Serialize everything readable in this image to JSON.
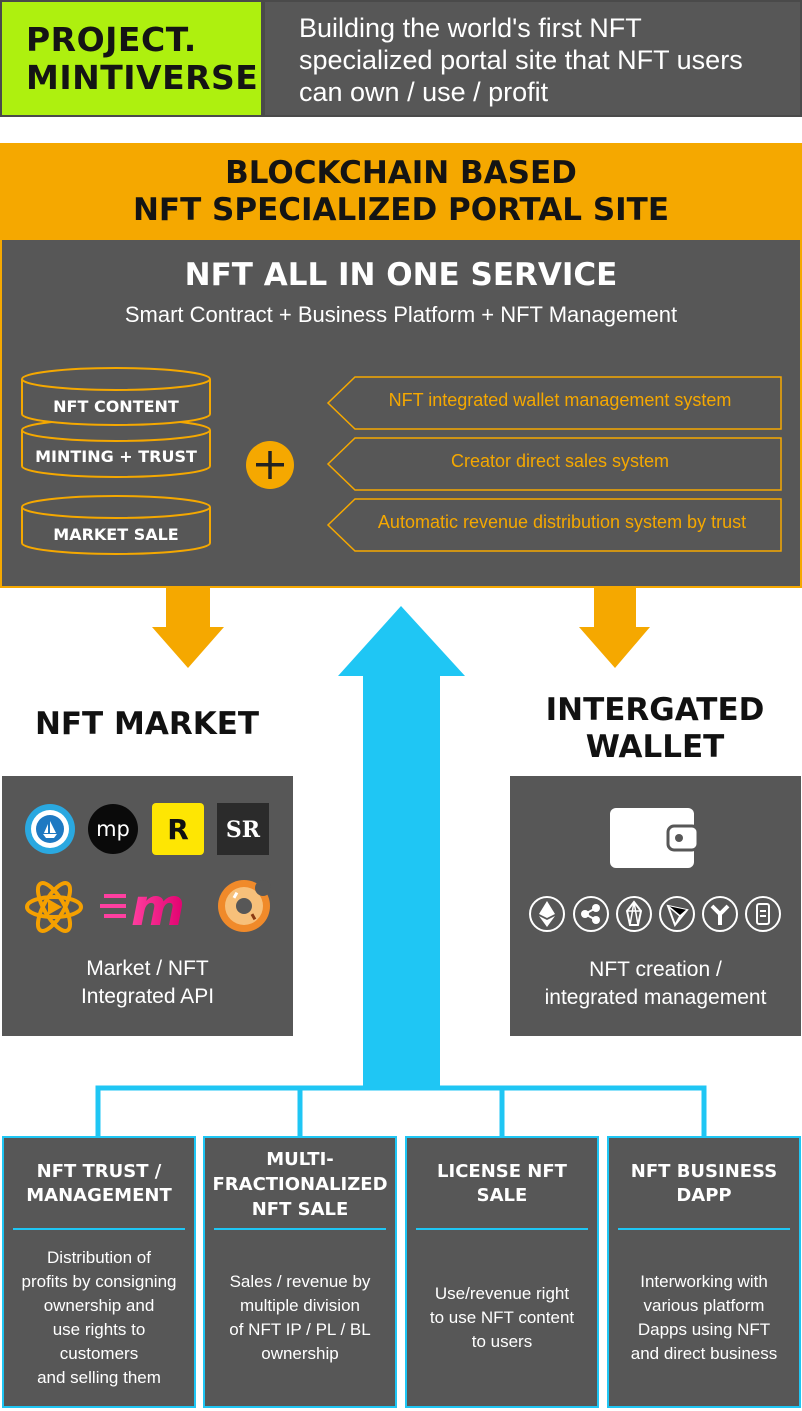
{
  "header": {
    "brand_line1": "PROJECT.",
    "brand_line2": "MINTIVERSE",
    "tagline_line1": "Building the world's first NFT",
    "tagline_line2": "specialized portal site that NFT users",
    "tagline_line3": "can own / use / profit"
  },
  "banner": {
    "line1": "BLOCKCHAIN BASED",
    "line2": "NFT SPECIALIZED PORTAL SITE"
  },
  "service": {
    "title": "NFT ALL IN ONE SERVICE",
    "subtitle": "Smart Contract + Business Platform + NFT Management",
    "stack": [
      "NFT CONTENT",
      "MINTING + TRUST",
      "MARKET SALE"
    ],
    "plus": "+",
    "features": [
      "NFT integrated wallet management system",
      "Creator direct sales system",
      "Automatic revenue distribution system by trust"
    ]
  },
  "market": {
    "title": "NFT MARKET",
    "logos": [
      "opensea-logo",
      "mintable-logo",
      "rarible-logo",
      "superrare-logo",
      "atomic-logo",
      "makersplace-logo",
      "donut-logo"
    ],
    "logo_text": {
      "mp": "mp",
      "r": "R",
      "sr": "SR",
      "m": "m"
    },
    "caption_line1": "Market / NFT",
    "caption_line2": "Integrated API"
  },
  "wallet": {
    "title_line1": "INTERGATED",
    "title_line2": "WALLET",
    "chains": [
      "ethereum-icon",
      "ripple-icon",
      "eos-icon",
      "tron-icon",
      "yearn-icon",
      "wallet-chip-icon"
    ],
    "caption_line1": "NFT creation /",
    "caption_line2": "integrated management"
  },
  "services": [
    {
      "title": [
        "NFT TRUST /",
        "MANAGEMENT"
      ],
      "desc": [
        "Distribution of",
        "profits by consigning",
        "ownership and",
        "use rights to",
        "customers",
        "and selling them"
      ]
    },
    {
      "title": [
        "MULTI-",
        "FRACTIONALIZED",
        "NFT SALE"
      ],
      "desc": [
        "Sales / revenue by",
        "multiple division",
        "of NFT IP / PL / BL",
        "ownership"
      ]
    },
    {
      "title": [
        "LICENSE NFT",
        "SALE"
      ],
      "desc": [
        "Use/revenue right",
        "to use NFT content",
        "to users"
      ]
    },
    {
      "title": [
        "NFT BUSINESS",
        "DAPP"
      ],
      "desc": [
        "Interworking with",
        "various platform",
        "Dapps using NFT",
        "and direct business"
      ]
    }
  ],
  "colors": {
    "lime": "#aef00f",
    "orange": "#f5a800",
    "panel_gray": "#575757",
    "cyan": "#1fc6f4"
  }
}
